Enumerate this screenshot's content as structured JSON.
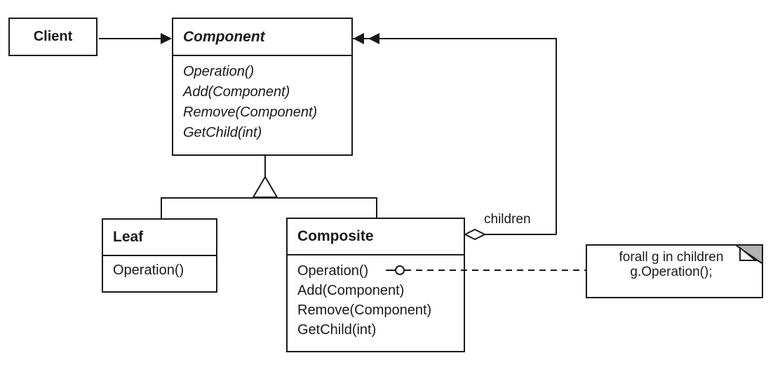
{
  "colors": {
    "line": "#1a1a1a",
    "note_fold": "#b2b2b2",
    "background": "#ffffff"
  },
  "classes": {
    "client": {
      "name": "Client"
    },
    "component": {
      "name": "Component",
      "methods": [
        "Operation()",
        "Add(Component)",
        "Remove(Component)",
        "GetChild(int)"
      ]
    },
    "leaf": {
      "name": "Leaf",
      "methods": [
        "Operation()"
      ]
    },
    "composite": {
      "name": "Composite",
      "methods": [
        "Operation()",
        "Add(Component)",
        "Remove(Component)",
        "GetChild(int)"
      ]
    }
  },
  "relationships": {
    "children_label": "children"
  },
  "note": {
    "line1": "forall g in children",
    "line2": "g.Operation();"
  }
}
